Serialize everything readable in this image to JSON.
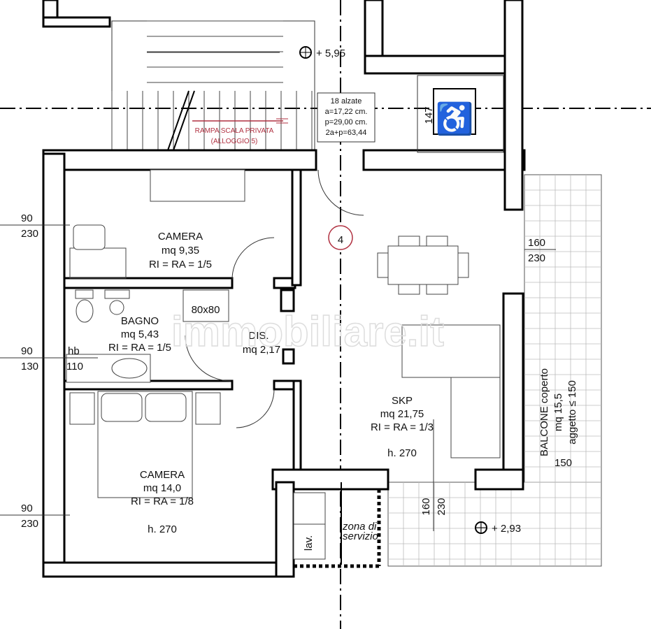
{
  "levels": {
    "stair_top": "+ 5,95",
    "balcony": "+ 2,93"
  },
  "stair_note": {
    "lines": [
      "18 alzate",
      "a=17,22 cm.",
      "p=29,00 cm.",
      "2a+p=63,44"
    ]
  },
  "stair_label": [
    "RAMPA SCALA PRIVATA",
    "(ALLOGGIO 5)"
  ],
  "lift_dim": "147",
  "unit_number": "4",
  "rooms": [
    {
      "name": "CAMERA",
      "area": "mq 9,35",
      "ratio": "RI = RA = 1/5"
    },
    {
      "name": "BAGNO",
      "area": "mq 5,43",
      "ratio": "RI = RA = 1/5"
    },
    {
      "name": "DIS.",
      "area": "mq 2,17"
    },
    {
      "name": "CAMERA",
      "area": "mq 14,0",
      "ratio": "RI = RA = 1/8",
      "height": "h. 270"
    },
    {
      "name": "SKP",
      "area": "mq 21,75",
      "ratio": "RI = RA = 1/3",
      "height": "h. 270"
    }
  ],
  "shower": "80x80",
  "windows": [
    {
      "w": "90",
      "h": "230"
    },
    {
      "w": "90",
      "h": "130",
      "extra_label": "hb",
      "extra": "110"
    },
    {
      "w": "90",
      "h": "230"
    },
    {
      "w": "160",
      "h": "230"
    },
    {
      "w": "160",
      "h": "230"
    }
  ],
  "balcony": {
    "label": "BALCONE coperto",
    "area": "mq 15,5",
    "overhang": "aggetto ≤ 150",
    "depth": "150"
  },
  "service": {
    "zone": [
      "zona di",
      "servizio"
    ],
    "washer": "lav."
  },
  "watermark": "immobiliare.it"
}
